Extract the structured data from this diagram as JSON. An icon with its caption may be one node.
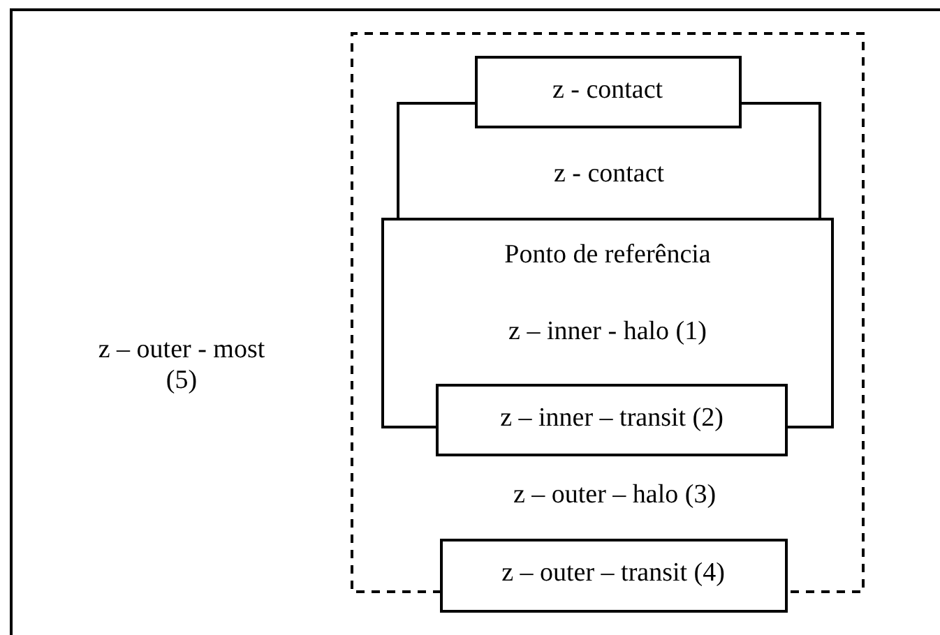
{
  "diagram": {
    "nodes": [
      {
        "text": [
          "z – outer - most (5)"
        ]
      },
      {
        "text": [
          "z – outer – halo (3)"
        ],
        "in": 0
      },
      {
        "text": [
          "z - contact"
        ],
        "in": 1
      },
      {
        "text": [
          "z - contact"
        ],
        "in": 1
      },
      {
        "text": [
          "Ponto de referência",
          "z – inner - halo (1)"
        ],
        "in": 1
      },
      {
        "text": [
          "z – inner – transit (2)"
        ],
        "in": 1
      },
      {
        "text": [
          "z – outer – transit (4)"
        ],
        "in": 0
      }
    ]
  }
}
